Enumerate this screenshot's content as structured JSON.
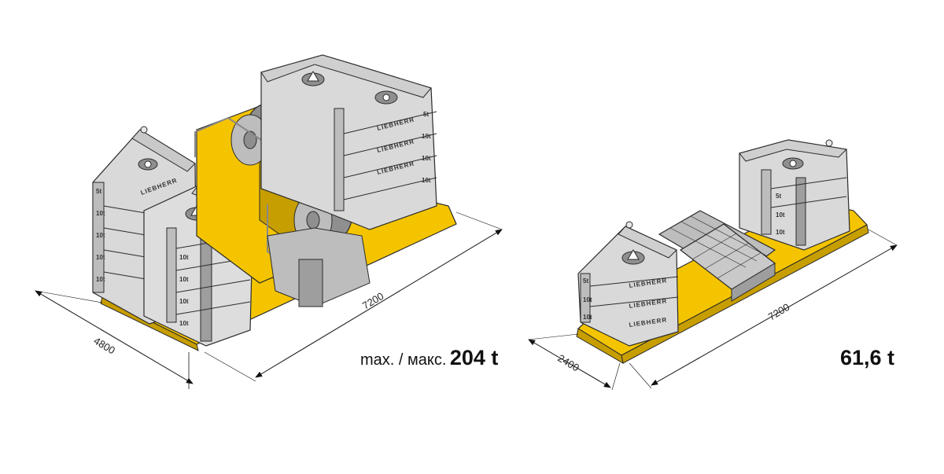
{
  "colors": {
    "yellow": "#F4C400",
    "yellow_dark": "#C79E00",
    "gray_light": "#D9D9D9",
    "gray_mid": "#BDBDBD",
    "gray_dark": "#8F8F8F",
    "outline": "#2b2b2b"
  },
  "left_assembly": {
    "dim_width": "4800",
    "dim_length": "7200",
    "weight_prefix": "max. / макс.",
    "weight_value": "204 t",
    "block_labels": [
      "5t",
      "10t",
      "10t",
      "10t",
      "10t"
    ],
    "brand": "LIEBHERR"
  },
  "right_assembly": {
    "dim_width": "2400",
    "dim_length": "7200",
    "weight_value": "61,6 t",
    "block_labels": [
      "5t",
      "10t",
      "10t"
    ],
    "brand": "LIEBHERR"
  }
}
